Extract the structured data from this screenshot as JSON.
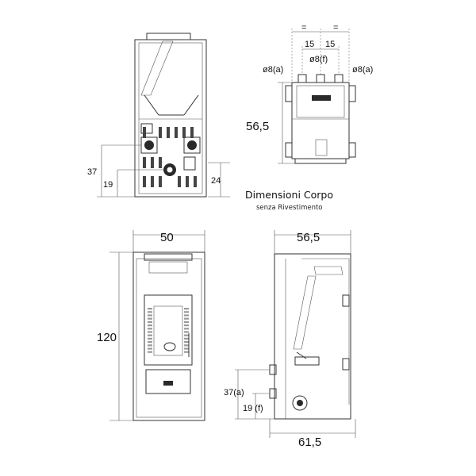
{
  "title": "Dimensioni Corpo",
  "subtitle": "senza Rivestimento",
  "top_view": {
    "dim_depth": "56,5",
    "dim_spacing_left": "15",
    "dim_spacing_right": "15",
    "equal_left": "=",
    "equal_right": "=",
    "dim_outlet_left": "ø8(a)",
    "dim_outlet_center": "ø8(f)",
    "dim_outlet_right": "ø8(a)"
  },
  "rear_view": {
    "dim_height_a": "37",
    "dim_height_f": "19",
    "dim_right": "24"
  },
  "front_view": {
    "dim_width": "50",
    "dim_height": "120"
  },
  "side_view": {
    "dim_top_depth": "56,5",
    "dim_bottom_depth": "61,5",
    "dim_height_a": "37(a)",
    "dim_height_f": "19 (f)"
  },
  "colors": {
    "line": "#333333",
    "text": "#111111",
    "background": "#ffffff"
  }
}
